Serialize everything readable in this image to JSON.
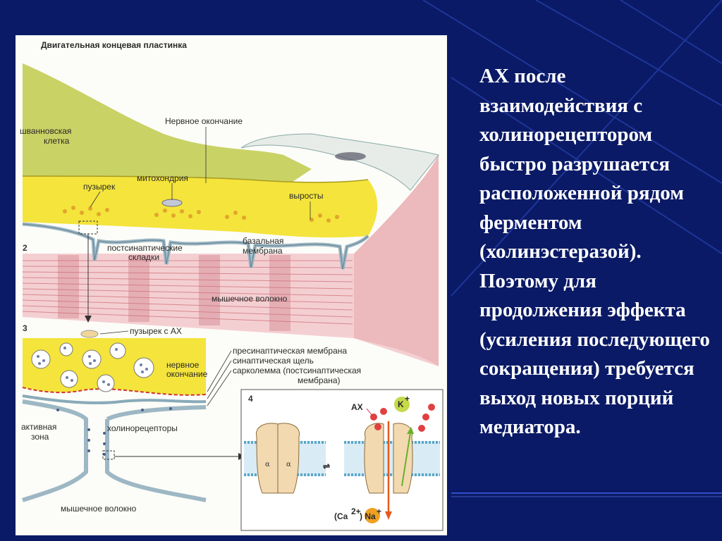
{
  "slide_text": "АХ после взаимодействия с холинорецептором быстро разрушается расположенной рядом ферментом (холинэстеразой). Поэтому для продолжения эффекта (усиления последующего сокращения) требуется выход новых порций медиатора.",
  "figure": {
    "title": "Двигательная концевая пластинка",
    "panel_numbers": [
      "2",
      "3",
      "4"
    ],
    "labels": {
      "schwann_1": "шванновская",
      "schwann_2": "клетка",
      "nerve_ending": "Нервное окончание",
      "mitochondria": "митохондрия",
      "vesicle": "пузырек",
      "outgrowths": "выросты",
      "postsyn_folds_1": "постсинаптические",
      "postsyn_folds_2": "складки",
      "basal_1": "базальная",
      "basal_2": "мембрана",
      "muscle_fiber_top": "мышечное волокно",
      "vesicle_ach": "пузырек с АХ",
      "nerve_ending_small_1": "нервное",
      "nerve_ending_small_2": "окончание",
      "presyn": "пресинаптическая мембрана",
      "cleft": "синаптическая щель",
      "sarco_1": "сарколемма (постсинаптическая",
      "sarco_2": "мембрана)",
      "active_1": "активная",
      "active_2": "зона",
      "cholinoreceptors": "холинорецепторы",
      "muscle_fiber_bottom": "мышечное волокно",
      "ach": "АХ",
      "k_ion": "K",
      "k_charge": "+",
      "ca_na": "(Ca",
      "ca_charge": "2+",
      "na": ") Na",
      "na_charge": "+",
      "alpha": "α",
      "equilibrium": "⇌"
    }
  },
  "colors": {
    "background": "#0a1a66",
    "nerve_yellow": "#f2e23a",
    "schwann_green": "#cdd66a",
    "muscle_pink": "#f0c9cc",
    "receptor_tan": "#f2d9b0"
  }
}
